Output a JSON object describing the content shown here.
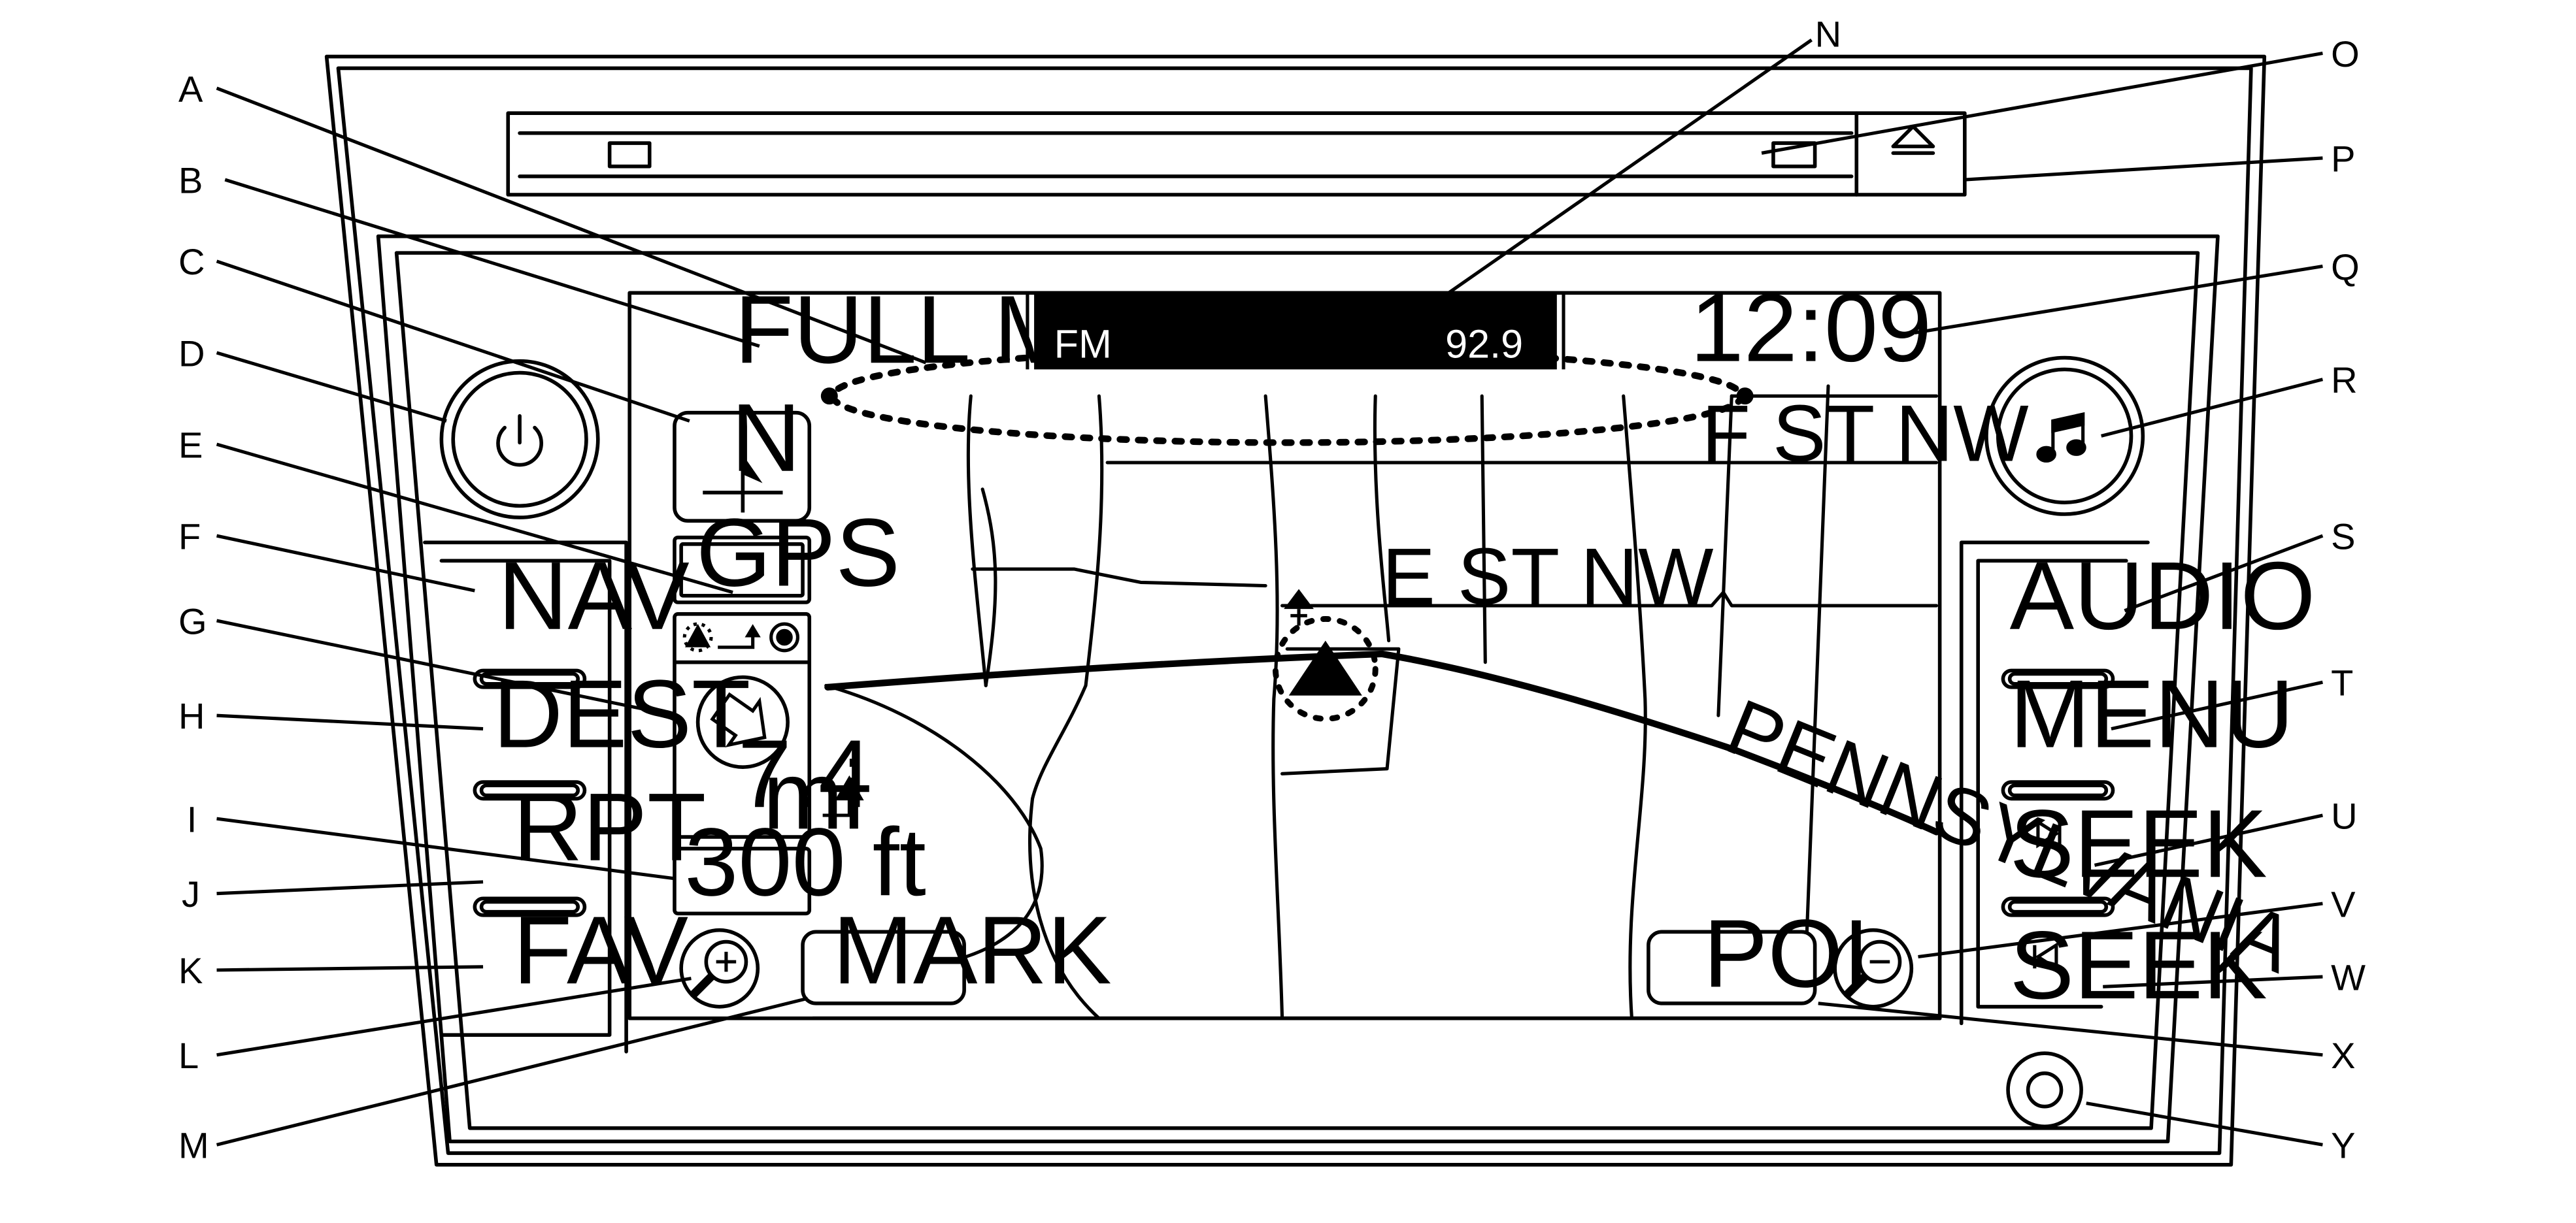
{
  "callouts": [
    "A",
    "B",
    "C",
    "D",
    "E",
    "F",
    "G",
    "H",
    "I",
    "J",
    "K",
    "L",
    "M",
    "N",
    "O",
    "P",
    "Q",
    "R",
    "S",
    "T",
    "U",
    "V",
    "W",
    "X",
    "Y"
  ],
  "screen": {
    "mode_label": "FULL MAP",
    "band": "FM",
    "frequency": "92.9",
    "clock": "12:09"
  },
  "map": {
    "north_label": "N",
    "gps_label": "GPS",
    "turn_distance": "7.4",
    "turn_unit": "mi",
    "scale": "300 ft",
    "streets": [
      "F ST NW",
      "E ST NW",
      "PENNSYLVANIA"
    ],
    "mark_label": "MARK",
    "poi_label": "POI"
  },
  "left_buttons": [
    "NAV",
    "DEST",
    "RPT",
    "FAV"
  ],
  "right_buttons": {
    "audio": "AUDIO",
    "menu": "MENU",
    "seek": "SEEK"
  },
  "icons": {
    "power": "power-icon",
    "music": "music-note-icon",
    "eject": "eject-icon",
    "zoom_in": "zoom-in-icon",
    "zoom_out": "zoom-out-icon",
    "seek_forward": "skip-forward-icon",
    "seek_back": "skip-back-icon",
    "vehicle": "vehicle-position-icon",
    "turn": "turn-arrow-icon"
  }
}
